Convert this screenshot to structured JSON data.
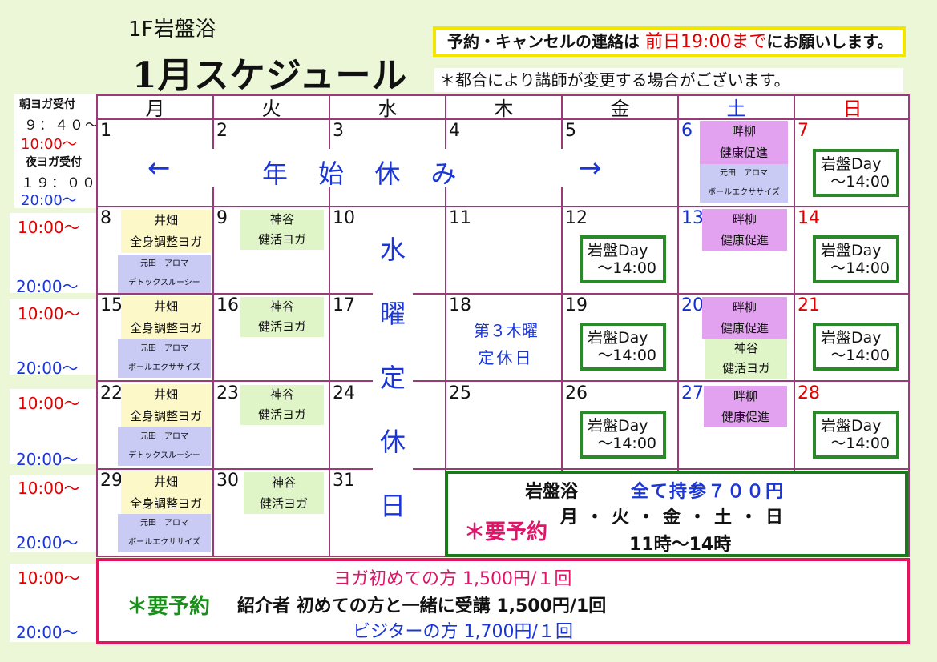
{
  "header": {
    "sub_title": "1F岩盤浴",
    "main_title": "1月スケジュール",
    "notice_prefix": "予約・キャンセルの連絡は",
    "notice_deadline": "前日19:00まで",
    "notice_suffix": "にお願いします。",
    "note": "＊都合により講師が変更する場合がございます。"
  },
  "side": {
    "morning_label": "朝ヨガ受付",
    "morning_start": "９：４０〜",
    "morning_end": "10:00〜",
    "night_label": "夜ヨガ受付",
    "night_start": "１９：００〜",
    "night_end": "20:00〜",
    "rows": [
      {
        "am": "10:00〜",
        "pm": "20:00〜"
      },
      {
        "am": "10:00〜",
        "pm": "20:00〜"
      },
      {
        "am": "10:00〜",
        "pm": "20:00〜"
      },
      {
        "am": "10:00〜",
        "pm": "20:00〜"
      },
      {
        "am": "10:00〜",
        "pm": "20:00〜"
      }
    ]
  },
  "weekdays": [
    "月",
    "火",
    "水",
    "木",
    "金",
    "土",
    "日"
  ],
  "days": [
    "1",
    "2",
    "3",
    "4",
    "5",
    "6",
    "7",
    "8",
    "9",
    "10",
    "11",
    "12",
    "13",
    "14",
    "15",
    "16",
    "17",
    "18",
    "19",
    "20",
    "21",
    "22",
    "23",
    "24",
    "25",
    "26",
    "27",
    "28",
    "29",
    "30",
    "31"
  ],
  "holiday_banner": {
    "left_arrow": "←",
    "text": "年 始 休 み",
    "right_arrow": "→"
  },
  "wednesday_closed": [
    "水",
    "曜",
    "定",
    "休",
    "日"
  ],
  "thursday_closed": {
    "line1": "第３木曜",
    "line2": "定休日"
  },
  "classes": {
    "ihata": {
      "teacher": "井畑",
      "name": "全身調整ヨガ"
    },
    "kamiya": {
      "teacher": "神谷",
      "name": "健活ヨガ"
    },
    "motoda_detox": {
      "teacher": "元田　アロマ",
      "name": "デトックスルーシー"
    },
    "motoda_ball": {
      "teacher": "元田　アロマ",
      "name": "ボールエクササイズ"
    },
    "azeyanagi": {
      "teacher": "畔柳",
      "name": "健康促進"
    }
  },
  "ganban_day": {
    "line1": "岩盤Day",
    "line2": "〜14:00"
  },
  "price": {
    "label": "岩盤浴",
    "value": "全て持参７００円",
    "reserve": "＊要予約",
    "days": "月・火・金・土・日",
    "hours": "11時〜14時"
  },
  "yoga_price": {
    "reserve": "＊要予約",
    "first_time": "ヨガ初めての方 1,500円/１回",
    "referral": "紹介者 初めての方と一緒に受講 1,500円/1回",
    "visitor": "ビジターの方 1,700円/１回"
  },
  "footer_times": {
    "am": "10:00〜",
    "pm": "20:00〜"
  },
  "colors": {
    "grid": "#9b3a78",
    "red": "#e00000",
    "blue": "#1a35d8",
    "green_border": "#2a8a2a",
    "pink_border": "#e0155e",
    "notice_border": "#f2e600"
  }
}
